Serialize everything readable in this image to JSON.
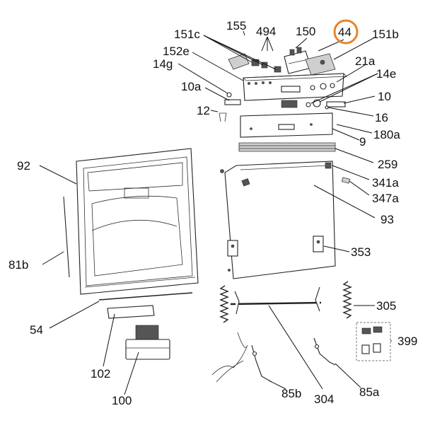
{
  "highlight_color": "#e8822a",
  "labels": {
    "l155": "155",
    "l151c": "151c",
    "l494": "494",
    "l150": "150",
    "l44": "44",
    "l151b": "151b",
    "l152e": "152e",
    "l21a": "21a",
    "l14g": "14g",
    "l14e": "14e",
    "l10a": "10a",
    "l10": "10",
    "l12": "12",
    "l16": "16",
    "l180a": "180a",
    "l9": "9",
    "l92": "92",
    "l259": "259",
    "l341a": "341a",
    "l347a": "347a",
    "l93": "93",
    "l81b": "81b",
    "l353": "353",
    "l305": "305",
    "l54": "54",
    "l399": "399",
    "l102": "102",
    "l100": "100",
    "l85b": "85b",
    "l304": "304",
    "l85a": "85a"
  },
  "highlighted_label": "l44"
}
